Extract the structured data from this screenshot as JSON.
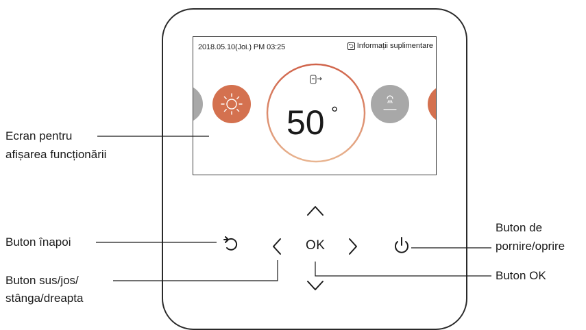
{
  "screen": {
    "datetime": "2018.05.10(Joi.)  PM 03:25",
    "info_label": "Informații suplimentare",
    "temperature": "50",
    "degree_symbol": "°"
  },
  "controls": {
    "ok_label": "OK"
  },
  "callouts": {
    "display_screen": [
      "Ecran pentru",
      "afișarea funcționării"
    ],
    "back_button": "Buton înapoi",
    "direction_buttons": [
      "Buton sus/jos/",
      "stânga/dreapta"
    ],
    "power_button": [
      "Buton de",
      "pornire/oprire"
    ],
    "ok_button": "Buton OK"
  },
  "colors": {
    "accent": "#d06a4a",
    "accent_light": "#e2a07a",
    "gray": "#a8a8a8"
  }
}
